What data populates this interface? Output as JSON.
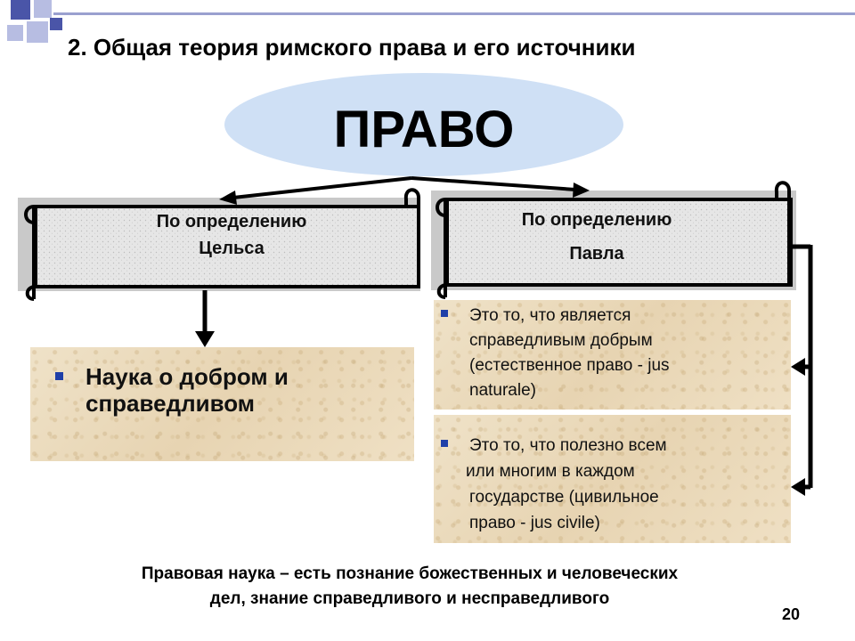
{
  "title": "2. Общая теория римского права и его источники",
  "center": {
    "label": "ПРАВО"
  },
  "celsus": {
    "heading_line1": "По определению",
    "heading_line2": "Цельса",
    "definition_line1": "Наука о добром и",
    "definition_line2": "справедливом"
  },
  "paulus": {
    "heading_line1": "По определению",
    "heading_line2": "Павла",
    "items": [
      {
        "line1": "Это то, что является",
        "line2": "справедливым добрым",
        "line3": "(естественное право - jus",
        "line4": "naturale)"
      },
      {
        "line1": "Это то, что полезно всем",
        "line2": "или многим в каждом",
        "line3": "государстве (цивильное",
        "line4": "право - jus civile)"
      }
    ]
  },
  "footer": {
    "line1": "Правовая наука – есть познание божественных и человеческих",
    "line2": "дел, знание справедливого и несправедливого"
  },
  "page_number": "20",
  "colors": {
    "ellipse": "#cfe0f5",
    "bullet": "#1f3fa8",
    "corner_dark": "#4a55a8",
    "corner_light": "#b7bde2",
    "rule": "#9aa0cf"
  }
}
